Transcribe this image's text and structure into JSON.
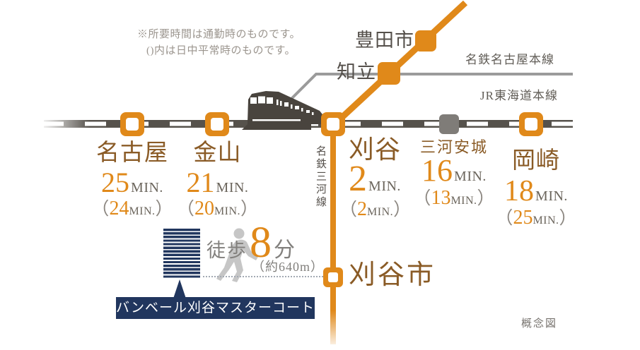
{
  "note": {
    "line1": "※所要時間は通勤時のものです。",
    "line2": "()内は日中平常時のものです。"
  },
  "rail_lines": {
    "meitetsu_nagoya_label": "名鉄名古屋本線",
    "jr_tokaido_label": "JR東海道本線",
    "meitetsu_mikawa_label": "名鉄三河線"
  },
  "upper_stations": {
    "toyotashi": "豊田市",
    "chiryu": "知立"
  },
  "stations": [
    {
      "name": "名古屋",
      "commute": "25",
      "daytime": "24"
    },
    {
      "name": "金山",
      "commute": "21",
      "daytime": "20"
    },
    {
      "name": "刈谷",
      "commute": "2",
      "daytime": "2"
    },
    {
      "name": "三河安城",
      "commute": "16",
      "daytime": "13"
    },
    {
      "name": "岡崎",
      "commute": "18",
      "daytime": "25"
    }
  ],
  "kariyashi_station": "刈谷市",
  "units": {
    "min": "MIN.",
    "open_paren": "（",
    "close_paren": "）"
  },
  "walk": {
    "label": "徒歩",
    "minutes": "8",
    "unit": "分",
    "distance": "（約640m）"
  },
  "property": {
    "name": "バンベール刈谷マスターコート"
  },
  "footer": {
    "diagram_label": "概念図"
  },
  "colors": {
    "accent_orange": "#e0891a",
    "station_brown": "#8a5b26",
    "navy": "#21365e",
    "jr_line_gray": "#56524c",
    "meitetsu_line_gray": "#9b9b9b"
  }
}
